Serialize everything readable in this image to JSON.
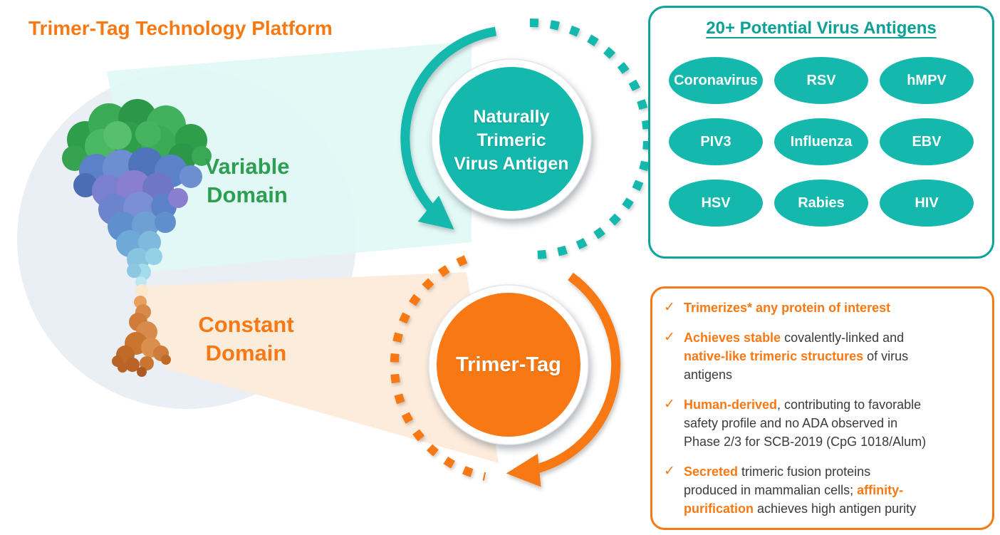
{
  "title": "Trimer-Tag Technology Platform",
  "diagram": {
    "variable_domain_label": "Variable\nDomain",
    "constant_domain_label": "Constant\nDomain",
    "antigen_circle_label": "Naturally\nTrimeric\nVirus Antigen",
    "tag_circle_label": "Trimer-Tag"
  },
  "antigen_panel": {
    "title": "20+ Potential Virus Antigens",
    "antigens": [
      "Coronavirus",
      "RSV",
      "hMPV",
      "PIV3",
      "Influenza",
      "EBV",
      "HSV",
      "Rabies",
      "HIV"
    ]
  },
  "features_panel": {
    "check_glyph": "✓",
    "bullets": [
      {
        "segments": [
          {
            "text": "Trimerizes* any protein of interest",
            "emphasis": true
          }
        ]
      },
      {
        "segments": [
          {
            "text": "Achieves stable",
            "emphasis": true
          },
          {
            "text": " covalently-linked and\n",
            "emphasis": false
          },
          {
            "text": "native-like trimeric structures",
            "emphasis": true
          },
          {
            "text": " of virus\nantigens",
            "emphasis": false
          }
        ]
      },
      {
        "segments": [
          {
            "text": "Human-derived",
            "emphasis": true
          },
          {
            "text": ", contributing to favorable\nsafety profile and no ADA observed in\nPhase 2/3 for SCB-2019 (CpG 1018/Alum)",
            "emphasis": false
          }
        ]
      },
      {
        "segments": [
          {
            "text": "Secreted",
            "emphasis": true
          },
          {
            "text": " trimeric fusion proteins\nproduced in mammalian cells; ",
            "emphasis": false
          },
          {
            "text": "affinity-\npurification",
            "emphasis": true
          },
          {
            "text": " achieves high antigen purity",
            "emphasis": false
          }
        ]
      }
    ]
  },
  "colors": {
    "orange": "#F87914",
    "teal": "#14B8AC",
    "teal-border": "#0EA49B",
    "teal-title": "#0BA197",
    "green": "#2E9E50",
    "dark-text": "#3E3A39",
    "gray-circle": "#EAEFF5",
    "teal-beam": "#E0F8F5",
    "orange-beam": "#FDEBDA"
  }
}
